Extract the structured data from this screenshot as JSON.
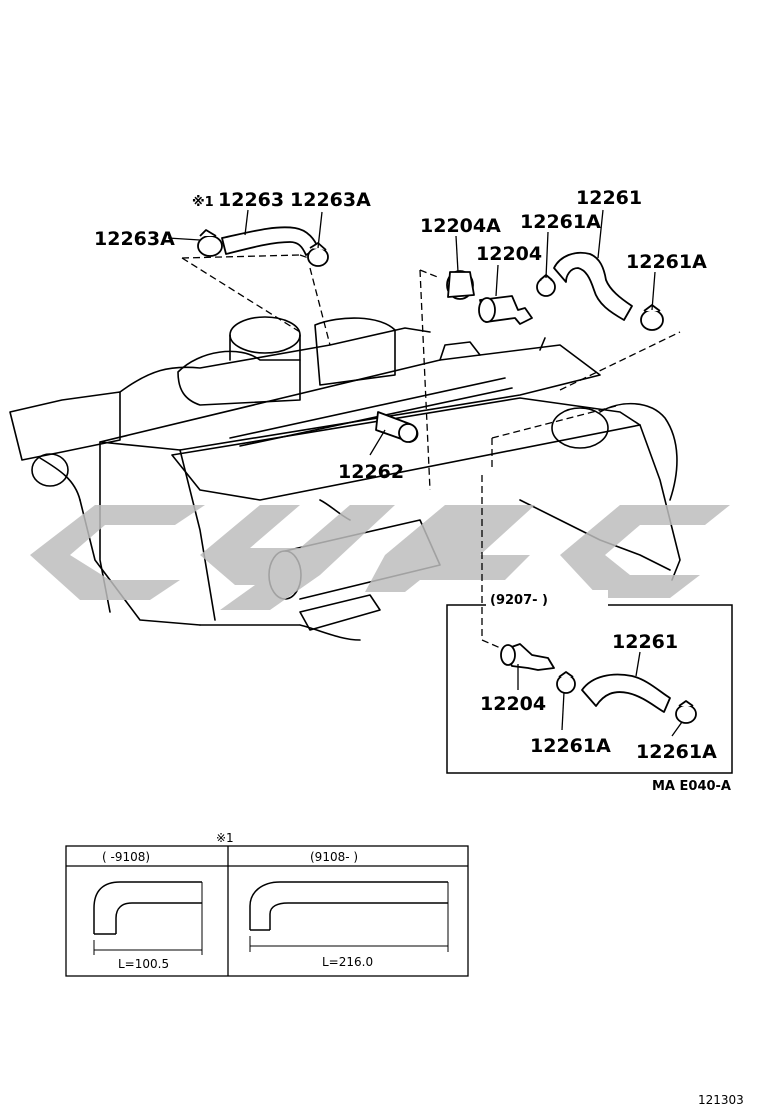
{
  "callouts": {
    "note_mark": "※1",
    "c12263": "12263",
    "c12263A_left": "12263A",
    "c12263A_right": "12263A",
    "c12204A": "12204A",
    "c12204": "12204",
    "c12261A_top": "12261A",
    "c12261": "12261",
    "c12261A_right": "12261A",
    "c12262": "12262"
  },
  "inset": {
    "date_range": "(9207-     )",
    "c12261": "12261",
    "c12204": "12204",
    "c12261A_left": "12261A",
    "c12261A_right": "12261A"
  },
  "figure_code": "MA E040-A",
  "note_table": {
    "mark": "※1",
    "col1_header": "(      -9108)",
    "col2_header": "(9108-      )",
    "col1_length": "L=100.5",
    "col2_length": "L=216.0"
  },
  "page_code": "121303",
  "colors": {
    "line": "#000000",
    "watermark": "#bdbdbd",
    "background": "#ffffff"
  }
}
